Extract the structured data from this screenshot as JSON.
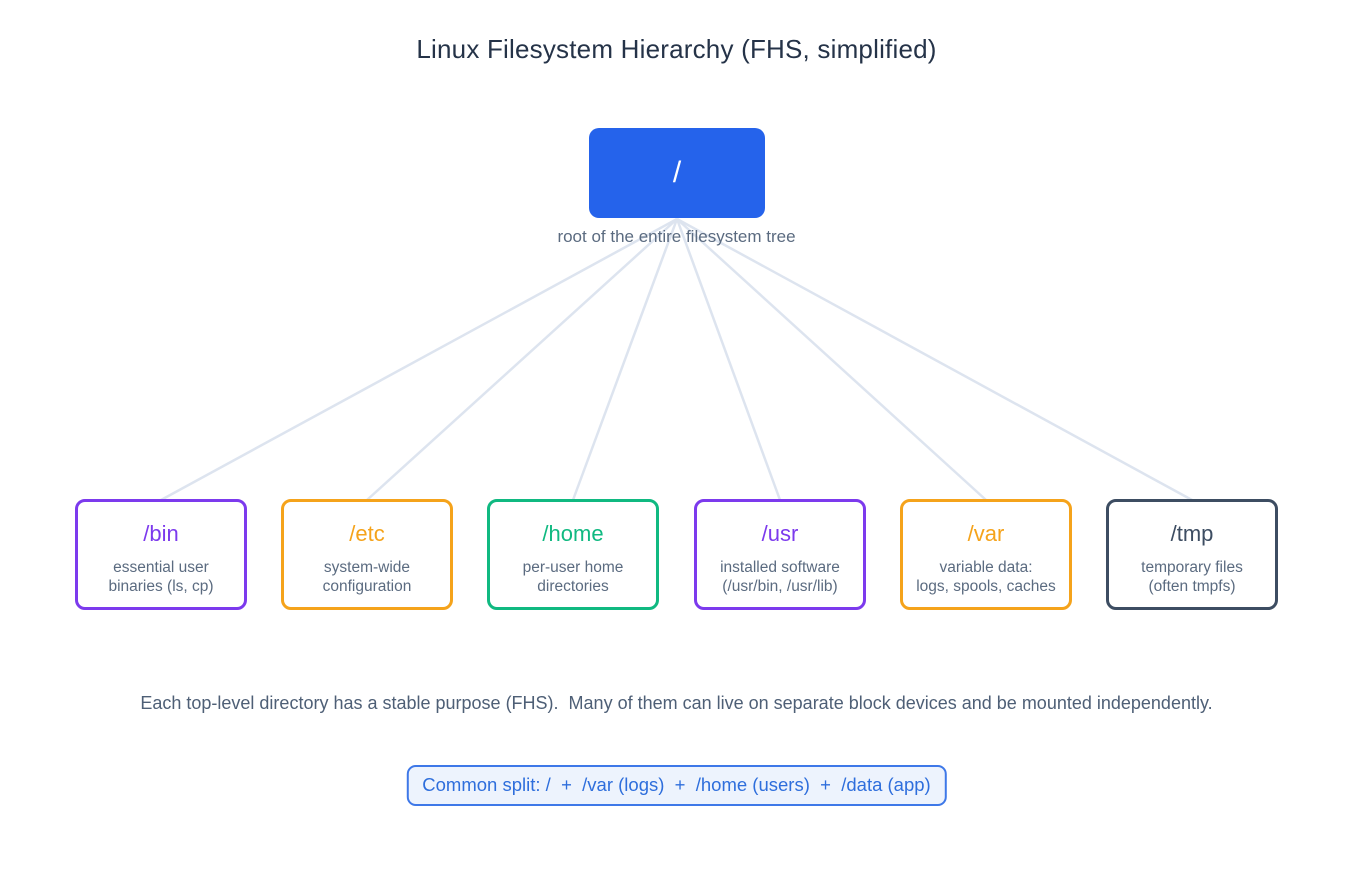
{
  "title": "Linux Filesystem Hierarchy (FHS, simplified)",
  "root": {
    "label": "/",
    "caption": "root of the entire filesystem tree",
    "color": "#2563eb"
  },
  "connector_color": "#dde4ef",
  "children": [
    {
      "label": "/bin",
      "desc": "essential user\nbinaries (ls, cp)",
      "color": "#7c3aed"
    },
    {
      "label": "/etc",
      "desc": "system-wide\nconfiguration",
      "color": "#f5a31b"
    },
    {
      "label": "/home",
      "desc": "per-user home\ndirectories",
      "color": "#10b981"
    },
    {
      "label": "/usr",
      "desc": "installed software\n(/usr/bin, /usr/lib)",
      "color": "#7c3aed"
    },
    {
      "label": "/var",
      "desc": "variable data:\nlogs, spools, caches",
      "color": "#f5a31b"
    },
    {
      "label": "/tmp",
      "desc": "temporary files\n(often tmpfs)",
      "color": "#3d4d62"
    }
  ],
  "footnote": "Each top-level directory has a stable purpose (FHS).  Many of them can live on separate block devices and be mounted independently.",
  "callout": {
    "text": "Common split: /  +  /var (logs)  +  /home (users)  +  /data (app)",
    "text_color": "#2e6edc",
    "border_color": "#3e78e8",
    "bg_color": "#edf3fd"
  }
}
